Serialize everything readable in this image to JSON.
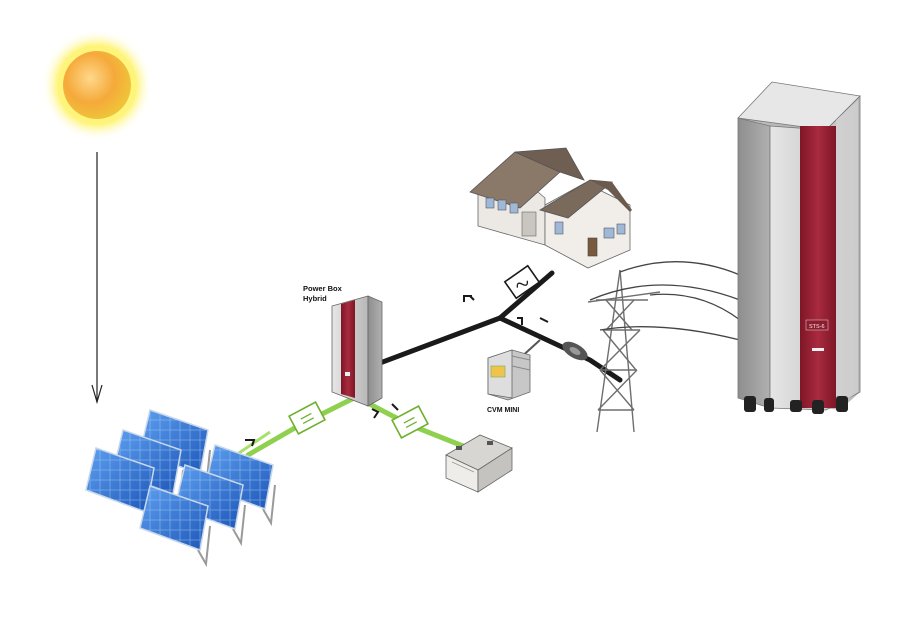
{
  "labels": {
    "power_box_line1": "Power Box",
    "power_box_line2": "Hybrid",
    "cvm_mini": "CVM MINI",
    "inverter_badge": "STS-6"
  },
  "icons": {
    "sun": "sun-icon",
    "solar_panels": "solar-panel-icon",
    "power_box": "inverter-cabinet-icon",
    "house": "house-icon",
    "pylon": "power-pylon-icon",
    "meter": "energy-meter-icon",
    "battery": "battery-icon",
    "inverter_large": "inverter-cabinet-icon",
    "ac_symbol": "ac-converter-icon",
    "dc_symbol": "dc-converter-icon"
  },
  "colors": {
    "dc_line": "#8fd14f",
    "ac_line": "#1a1a1a",
    "cabinet_red": "#9b1e32",
    "cabinet_grey": "#c9c9c9",
    "panel_blue": "#2f6fd0",
    "sun_core": "#f5b63c",
    "sun_glow": "#fff58a"
  }
}
